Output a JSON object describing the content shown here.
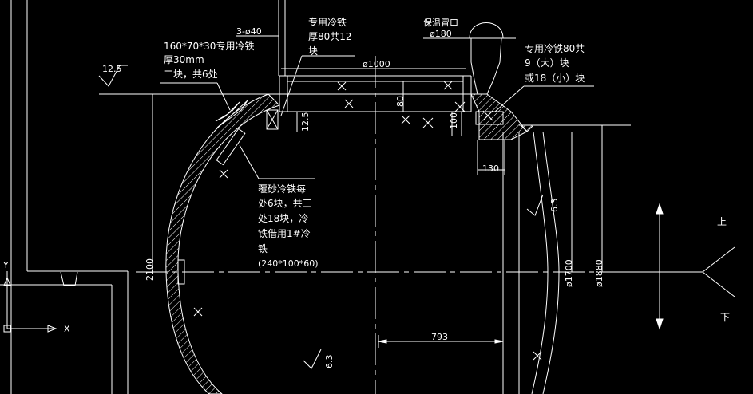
{
  "colors": {
    "background": "#000000",
    "lines": "#ffffff"
  },
  "annotations": {
    "chill_left": [
      "160*70*30专用冷铁",
      "厚30mm",
      "二块，共6处"
    ],
    "holes": "3-ø40",
    "chill_top": [
      "专用冷铁",
      "厚80共12",
      "块"
    ],
    "riser": [
      "保温冒口",
      "ø180"
    ],
    "chill_right": [
      "专用冷铁80共",
      "9（大）块",
      "或18（小）块"
    ],
    "sand_chill": [
      "覆砂冷铁每",
      "处6块，共三",
      "处18块，冷",
      "铁借用1#冷",
      "铁",
      "(240*100*60)"
    ]
  },
  "dimensions": {
    "d1000": "ø1000",
    "d80": "80",
    "d12_5": "12.5",
    "d100": "100",
    "d130": "130",
    "d2100": "2100",
    "d1700": "ø1700",
    "d1880": "ø1880",
    "d793": "793",
    "roughness_top": "12.5",
    "roughness_right": "6.3",
    "roughness_bottom": "6.3"
  },
  "direction": {
    "up": "上",
    "down": "下"
  },
  "ucs": {
    "x_label": "X",
    "y_label": "Y"
  }
}
